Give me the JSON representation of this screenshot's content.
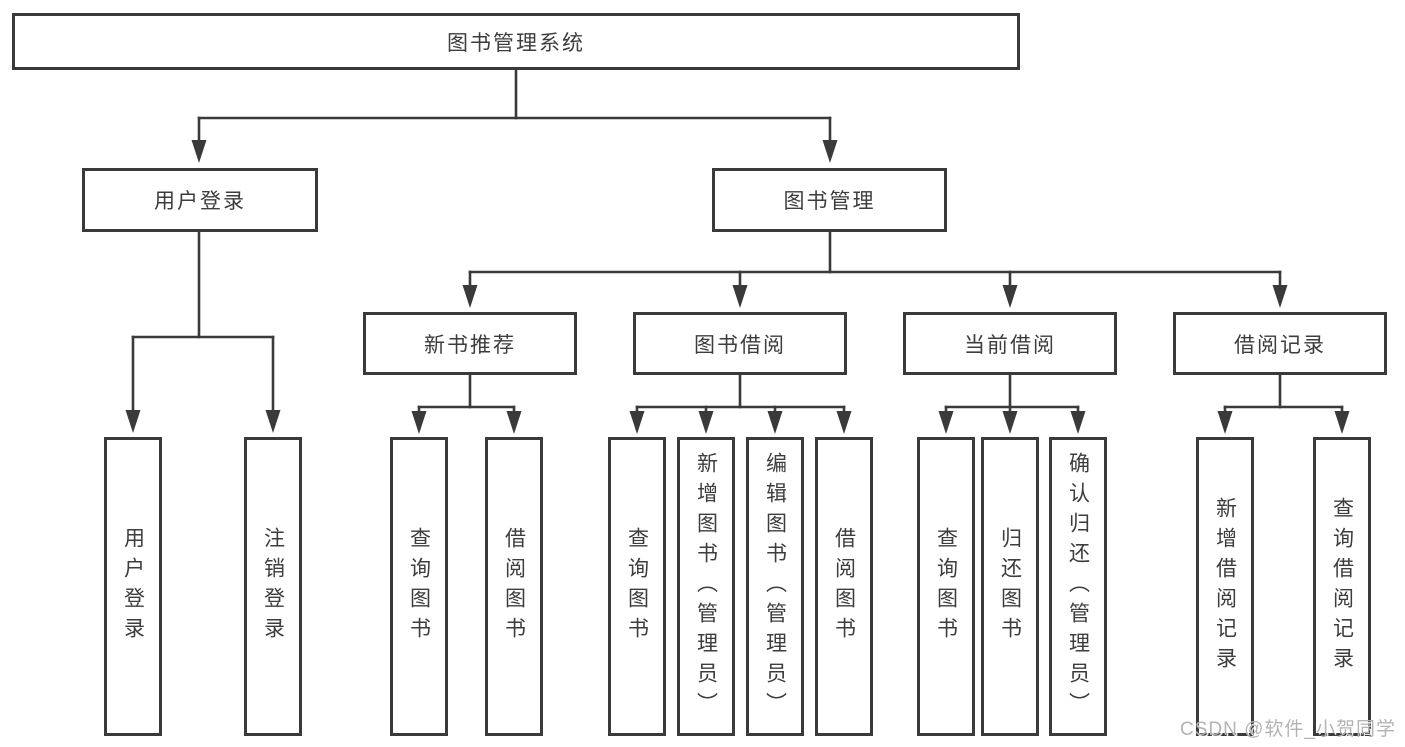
{
  "tree": {
    "label": "图书管理系统",
    "children": [
      {
        "label": "用户登录",
        "children": [
          {
            "label": "用户登录"
          },
          {
            "label": "注销登录"
          }
        ]
      },
      {
        "label": "图书管理",
        "children": [
          {
            "label": "新书推荐",
            "children": [
              {
                "label": "查询图书"
              },
              {
                "label": "借阅图书"
              }
            ]
          },
          {
            "label": "图书借阅",
            "children": [
              {
                "label": "查询图书"
              },
              {
                "label": "新增图书（管理员）"
              },
              {
                "label": "编辑图书（管理员）"
              },
              {
                "label": "借阅图书"
              }
            ]
          },
          {
            "label": "当前借阅",
            "children": [
              {
                "label": "查询图书"
              },
              {
                "label": "归还图书"
              },
              {
                "label": "确认归还（管理员）"
              }
            ]
          },
          {
            "label": "借阅记录",
            "children": [
              {
                "label": "新增借阅记录"
              },
              {
                "label": "查询借阅记录"
              }
            ]
          }
        ]
      }
    ]
  },
  "watermark": "CSDN @软件_小贺同学",
  "colors": {
    "line": "#3a3a3a",
    "text": "#3d3d3d",
    "watermark": "#b3b3b3"
  }
}
